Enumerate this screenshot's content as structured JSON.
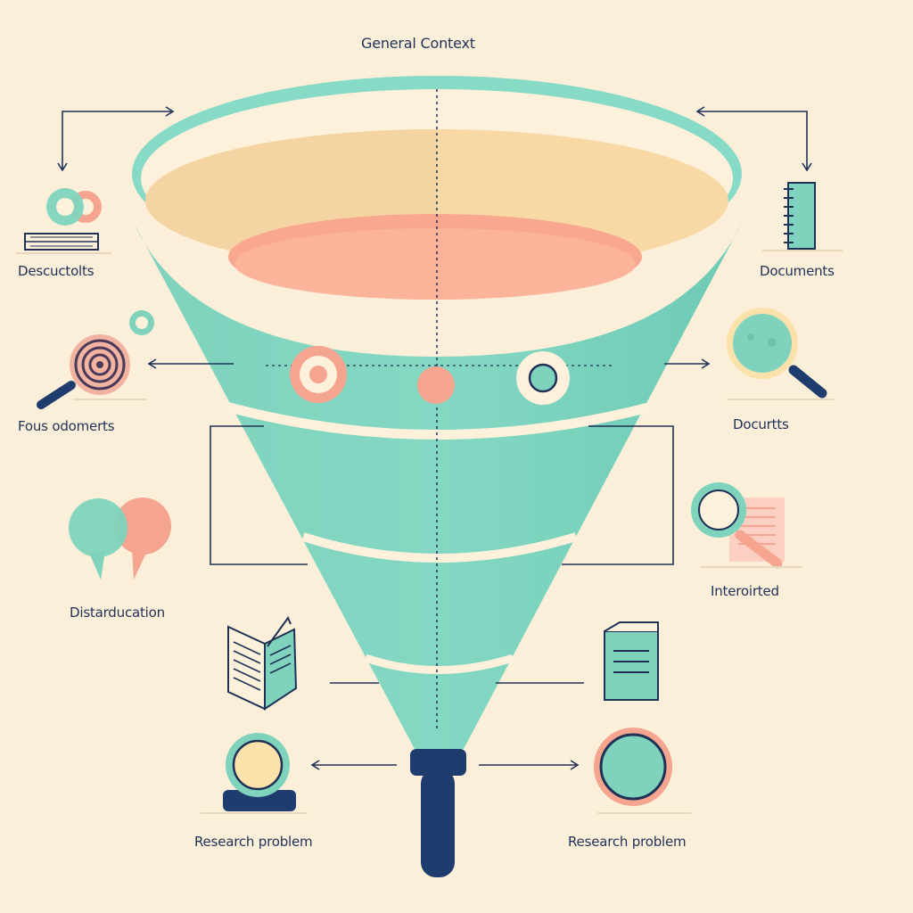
{
  "title": "General Context",
  "labels": {
    "left_1": "Descuctolts",
    "left_2": "Fous odomerts",
    "left_3": "Distarducation",
    "left_4": "Research problem",
    "right_1": "Documents",
    "right_2": "Docurtts",
    "right_3": "Interoirted",
    "right_4": "Research problem"
  },
  "colors": {
    "background": "#fbefd9",
    "funnel_teal": "#7fd6c0",
    "funnel_band": "#fdf1db",
    "inner_sand": "#f8d9a6",
    "inner_salmon": "#f9a88f",
    "ink": "#1f3157",
    "coral": "#f5a58f"
  }
}
